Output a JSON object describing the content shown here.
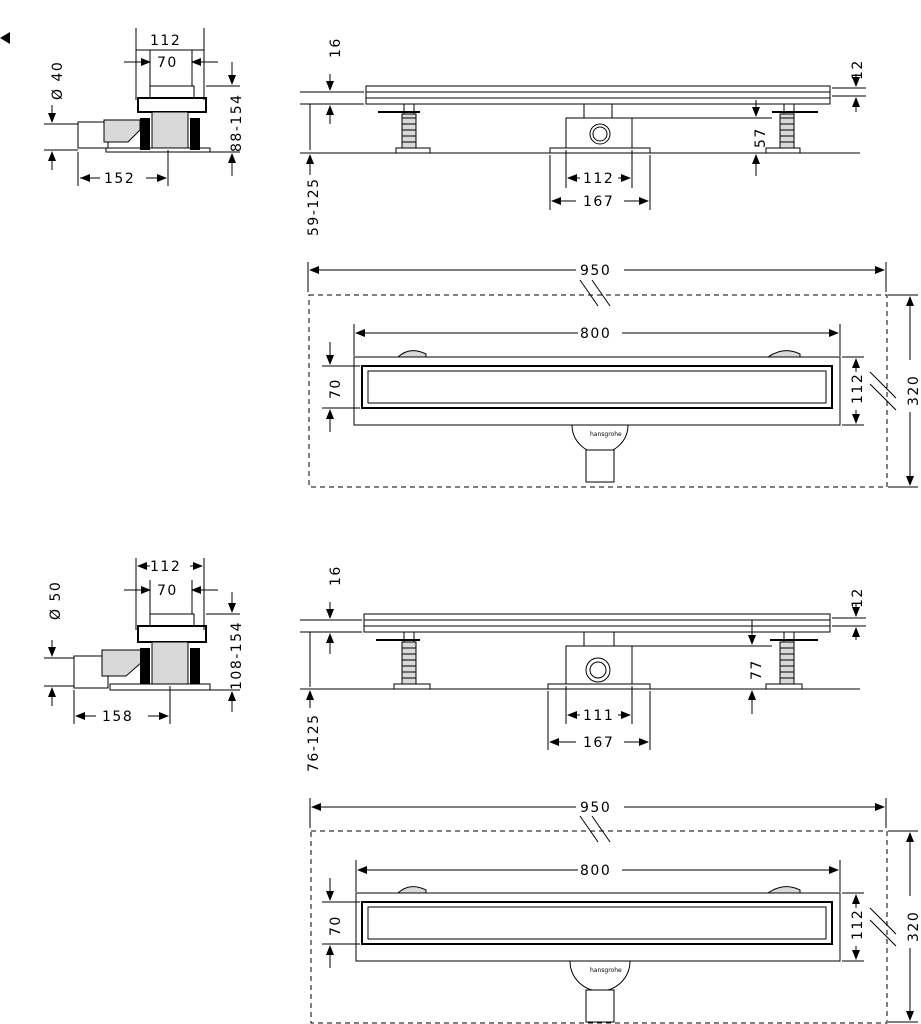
{
  "drawing_1": {
    "side": {
      "d_pipe": "Ø 40",
      "w_top": "112",
      "w_grate": "70",
      "h_range": "88-154",
      "depth": "152"
    },
    "front": {
      "grate": "16",
      "frame": "12",
      "h_outlet": "57",
      "h_range": "59-125",
      "w_box": "112",
      "w_base": "167"
    },
    "plan": {
      "length_outer": "950",
      "length_channel": "800",
      "width_grate": "70",
      "width_channel": "112",
      "width_outer": "320"
    }
  },
  "drawing_2": {
    "side": {
      "d_pipe": "Ø 50",
      "w_top": "112",
      "w_grate": "70",
      "h_range": "108-154",
      "depth": "158"
    },
    "front": {
      "grate": "16",
      "frame": "12",
      "h_outlet": "77",
      "h_range": "76-125",
      "w_box": "111",
      "w_base": "167"
    },
    "plan": {
      "length_outer": "950",
      "length_channel": "800",
      "width_grate": "70",
      "width_channel": "112",
      "width_outer": "320"
    }
  },
  "icons": {
    "nav": "arrow-left-icon"
  }
}
